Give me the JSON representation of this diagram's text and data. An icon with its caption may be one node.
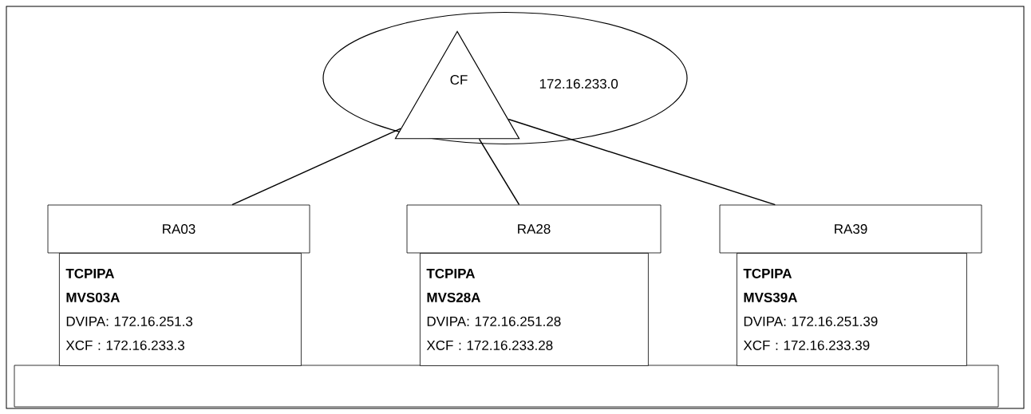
{
  "diagram": {
    "nodes": [
      {
        "text": [
          "172.16.233.0"
        ]
      },
      {
        "text": [
          "CF"
        ],
        "in": 0
      },
      {
        "text": [
          "RA03"
        ]
      },
      {
        "text": [
          "RA28"
        ]
      },
      {
        "text": [
          "RA39"
        ]
      },
      {
        "text": [
          "TCPIPA",
          "MVS03A",
          "DVIPA: 172.16.251.3",
          "XCF : 172.16.233.3"
        ]
      },
      {
        "text": [
          "TCPIPA",
          "MVS28A",
          "DVIPA: 172.16.251.28",
          "XCF : 172.16.233.28"
        ]
      },
      {
        "text": [
          "TCPIPA",
          "MVS39A",
          "DVIPA: 172.16.251.39",
          "XCF : 172.16.233.39"
        ]
      },
      {
        "text": [],
        "shape": "bar"
      }
    ],
    "edges": [
      {
        "from": 1,
        "to": 2,
        "arrow": "none"
      },
      {
        "from": 1,
        "to": 3,
        "arrow": "none"
      },
      {
        "from": 1,
        "to": 4,
        "arrow": "none"
      }
    ]
  }
}
